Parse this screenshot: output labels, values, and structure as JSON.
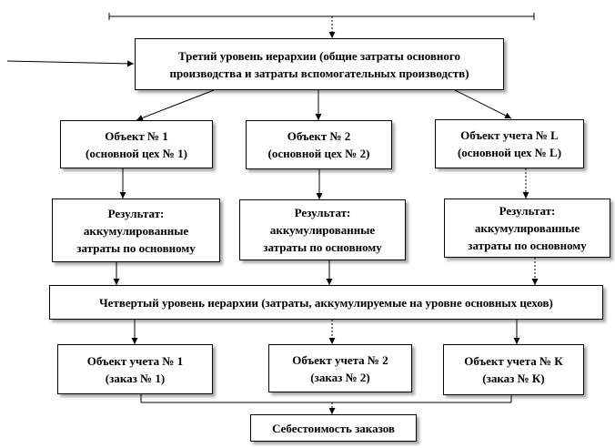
{
  "level3": {
    "line1": "Третий уровень иерархии (общие затраты основного",
    "line2": "производства и затраты вспомогательных производств)"
  },
  "objects": [
    {
      "line1": "Объект № 1",
      "line2": "(основной цех № 1)"
    },
    {
      "line1": "Объект № 2",
      "line2": "(основной цех № 2)"
    },
    {
      "line1": "Объект учета № L",
      "line2": "(основной цех № L)"
    }
  ],
  "results": [
    {
      "line1": "Результат:",
      "line2": "аккумулированные",
      "line3": "затраты по основному"
    },
    {
      "line1": "Результат:",
      "line2": "аккумулированные",
      "line3": "затраты по основному"
    },
    {
      "line1": "Результат:",
      "line2": "аккумулированные",
      "line3": "затраты по основному"
    }
  ],
  "level4": {
    "text": "Четвертый уровень иерархии (затраты, аккумулируемые  на уровне основных цехов)"
  },
  "orders": [
    {
      "line1": "Объект учета № 1",
      "line2": "(заказ № 1)"
    },
    {
      "line1": "Объект учета № 2",
      "line2": "(заказ № 2)"
    },
    {
      "line1": "Объект учета № К",
      "line2": "(заказ № К)"
    }
  ],
  "cost": {
    "text": "Себестоимость заказов"
  },
  "colors": {
    "line": "#000000",
    "border": "#000000",
    "background": "#ffffff"
  }
}
